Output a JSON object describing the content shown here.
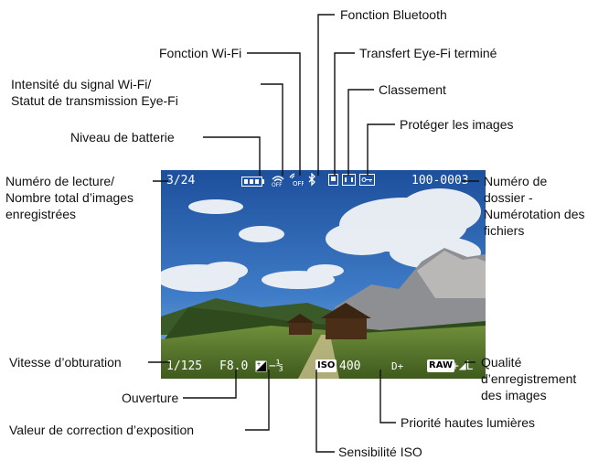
{
  "callouts": {
    "bluetooth": "Fonction Bluetooth",
    "wifi": "Fonction Wi-Fi",
    "eyefi_done": "Transfert Eye-Fi terminé",
    "signal_line1": "Intensité du signal Wi-Fi/",
    "signal_line2": "Statut de transmission Eye-Fi",
    "rating": "Classement",
    "battery": "Niveau de batterie",
    "protect": "Protéger les images",
    "playback_line1": "Numéro de lecture/",
    "playback_line2": "Nombre total d’images",
    "playback_line3": "enregistrées",
    "folder_line1": "Numéro de",
    "folder_line2": "dossier -",
    "folder_line3": "Numérotation des",
    "folder_line4": "fichiers",
    "shutter": "Vitesse d’obturation",
    "quality_line1": "Qualité",
    "quality_line2": "d’enregistrement",
    "quality_line3": "des images",
    "aperture": "Ouverture",
    "highlight": "Priorité hautes lumières",
    "exposure_comp": "Valeur de correction d’exposition",
    "iso": "Sensibilité ISO"
  },
  "screen": {
    "counter": "3/24",
    "file_number": "100-0003",
    "shutter_value": "1/125",
    "aperture_value": "F8.0",
    "exposure_value": "−⅓",
    "iso_badge": "ISO",
    "iso_value": "400",
    "highlight_value": "D+",
    "raw_badge": "RAW",
    "quality_value": "+◢L"
  },
  "icons": [
    "battery-icon",
    "wifi-off-icon",
    "signal-off-icon",
    "bluetooth-icon",
    "eyefi-icon",
    "rating-icon",
    "protect-key-icon",
    "exposure-comp-icon"
  ],
  "colors": {
    "line": "#111111",
    "osd_text": "#ffffff"
  }
}
